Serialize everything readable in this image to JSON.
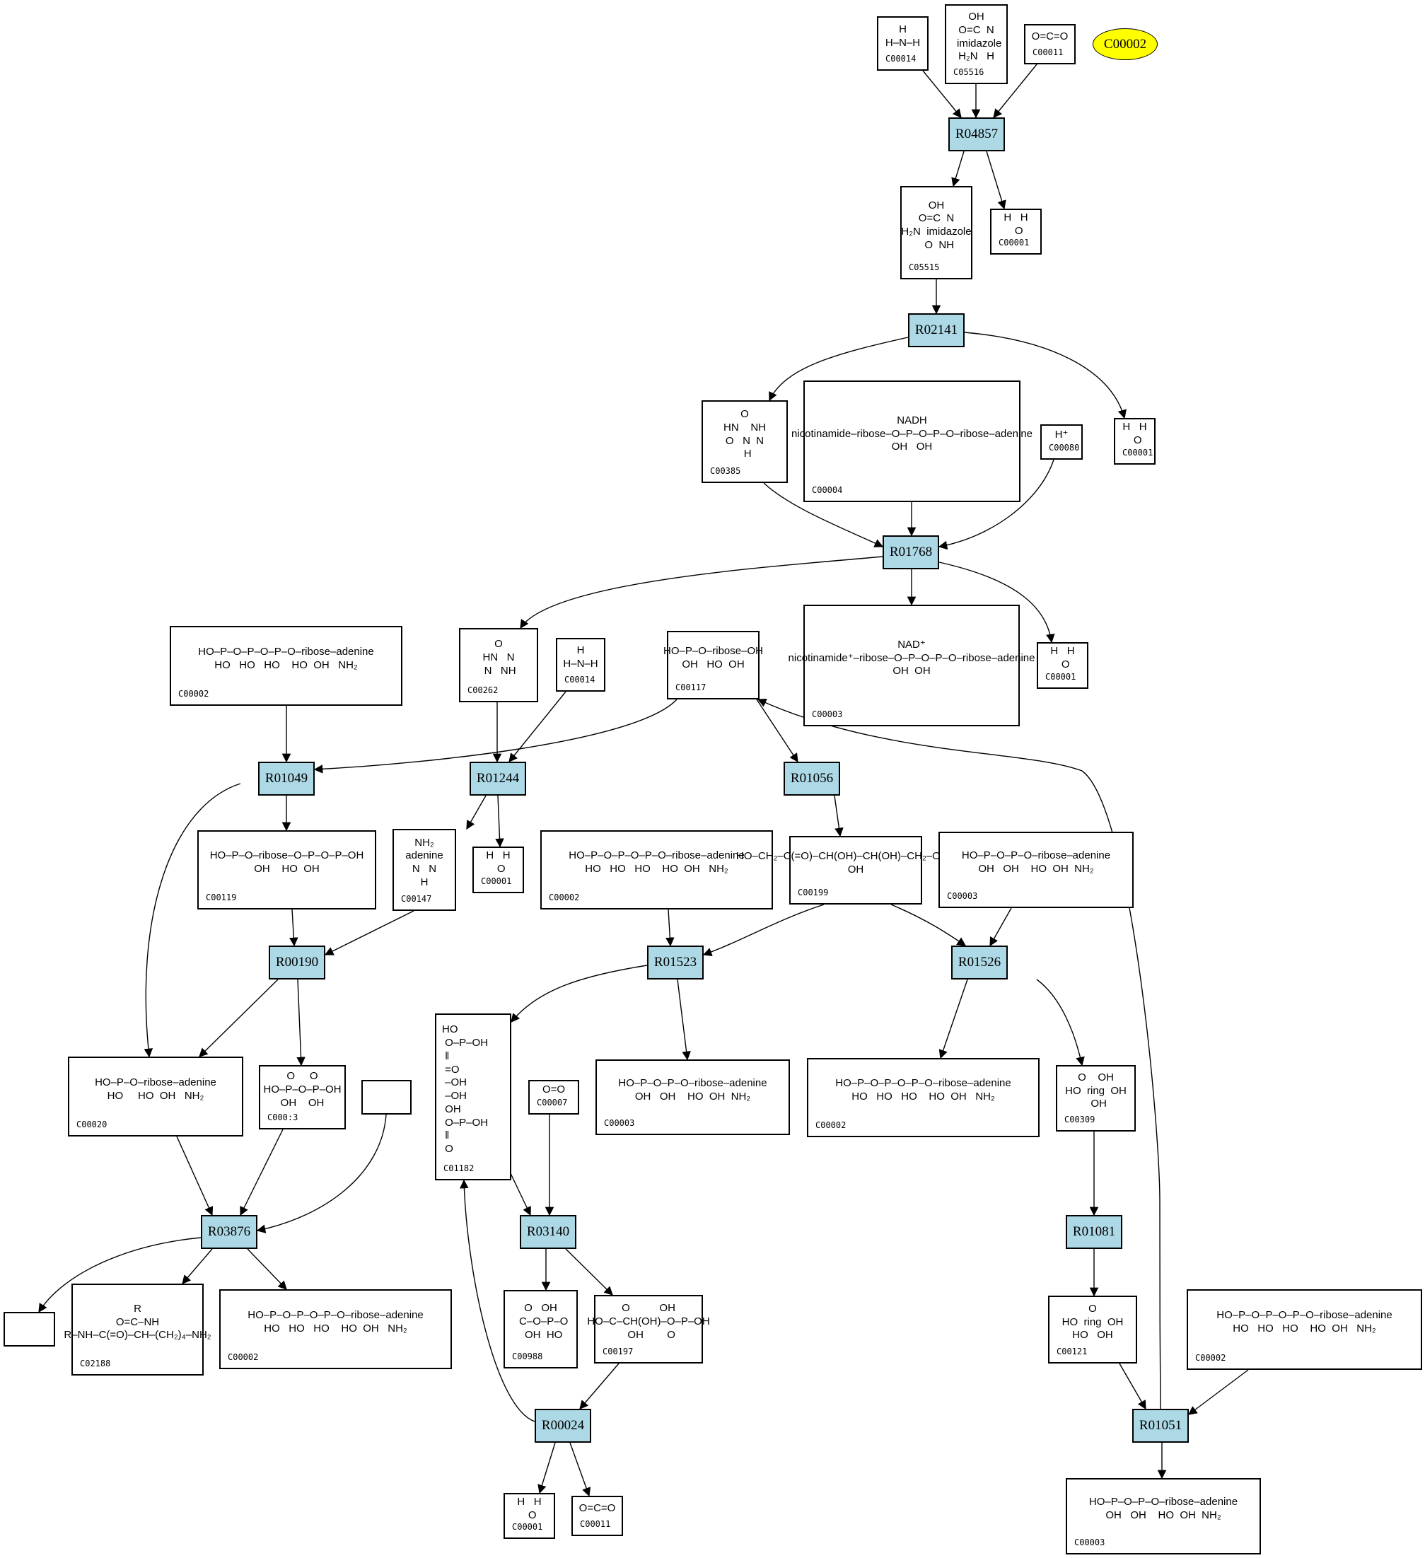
{
  "highlight": {
    "label": "C00002",
    "color": "#ffff00"
  },
  "colors": {
    "reaction_fill": "#add8e6",
    "edge": "#000000",
    "background": "#ffffff"
  },
  "reactions": [
    {
      "id": "R04857",
      "label": "R04857"
    },
    {
      "id": "R02141",
      "label": "R02141"
    },
    {
      "id": "R01768",
      "label": "R01768"
    },
    {
      "id": "R01049",
      "label": "R01049"
    },
    {
      "id": "R01244",
      "label": "R01244"
    },
    {
      "id": "R01056",
      "label": "R01056"
    },
    {
      "id": "R00190",
      "label": "R00190"
    },
    {
      "id": "R01523",
      "label": "R01523"
    },
    {
      "id": "R01526",
      "label": "R01526"
    },
    {
      "id": "R03876",
      "label": "R03876"
    },
    {
      "id": "R03140",
      "label": "R03140"
    },
    {
      "id": "R01081",
      "label": "R01081"
    },
    {
      "id": "R00024",
      "label": "R00024"
    },
    {
      "id": "R01051",
      "label": "R01051"
    }
  ],
  "compounds": [
    {
      "key": "c1",
      "label": "C00014",
      "formula": "H\nH–N–H"
    },
    {
      "key": "c2",
      "label": "C05516",
      "formula": "OH\nO=C  N\n  imidazole\nH₂N   H"
    },
    {
      "key": "c3",
      "label": "C00011",
      "formula": "O=C=O"
    },
    {
      "key": "c4",
      "label": "C05515",
      "formula": "OH\nO=C  N\nH₂N  imidazole\n  O  NH"
    },
    {
      "key": "c5",
      "label": "C00001",
      "formula": "H   H\n  O"
    },
    {
      "key": "c6",
      "label": "C00385",
      "formula": "O\nHN    NH\nO   N  N\n  H"
    },
    {
      "key": "c7",
      "label": "C00004",
      "formula": "NADH\nnicotinamide–ribose–O–P–O–P–O–ribose–adenine\nOH   OH"
    },
    {
      "key": "c8",
      "label": "C00080",
      "formula": "H⁺"
    },
    {
      "key": "c9",
      "label": "C00001",
      "formula": "H   H\n  O"
    },
    {
      "key": "c10",
      "label": "C00002",
      "formula": "HO–P–O–P–O–P–O–ribose–adenine\nHO   HO   HO    HO  OH   NH₂"
    },
    {
      "key": "c11",
      "label": "C00262",
      "formula": "O\nHN   N\n N   NH"
    },
    {
      "key": "c12",
      "label": "C00014",
      "formula": "H\nH–N–H"
    },
    {
      "key": "c13",
      "label": "C00117",
      "formula": "HO–P–O–ribose–OH\nOH   HO  OH"
    },
    {
      "key": "c14",
      "label": "C00003",
      "formula": "NAD⁺\nnicotinamide⁺–ribose–O–P–O–P–O–ribose–adenine\nOH  OH"
    },
    {
      "key": "c15",
      "label": "C00001",
      "formula": "H   H\n  O"
    },
    {
      "key": "c16",
      "label": "C00119",
      "formula": "HO–P–O–ribose–O–P–O–P–OH\nOH    HO  OH"
    },
    {
      "key": "c17",
      "label": "C00147",
      "formula": "NH₂\nadenine\nN   N\nH"
    },
    {
      "key": "c18",
      "label": "C00001",
      "formula": "H   H\n  O"
    },
    {
      "key": "c19",
      "label": "C00002",
      "formula": "HO–P–O–P–O–P–O–ribose–adenine\nHO   HO   HO    HO  OH   NH₂"
    },
    {
      "key": "c20",
      "label": "C00199",
      "formula": "HO–CH₂–C(=O)–CH(OH)–CH(OH)–CH₂–O–P–OH\nOH"
    },
    {
      "key": "c21",
      "label": "C00003",
      "formula": "HO–P–O–P–O–ribose–adenine\nOH   OH    HO  OH  NH₂"
    },
    {
      "key": "c22",
      "label": "C00020",
      "formula": "HO–P–O–ribose–adenine\nHO     HO  OH   NH₂"
    },
    {
      "key": "c23",
      "label": "C000:3",
      "formula": "O     O\nHO–P–O–P–OH\nOH    OH"
    },
    {
      "key": "c24",
      "label": "",
      "formula": ""
    },
    {
      "key": "c25",
      "label": "C01182",
      "formula": "HO\n O–P–OH\n ‖\n =O\n –OH\n –OH\n OH\n O–P–OH\n ‖\n O"
    },
    {
      "key": "c26",
      "label": "C00007",
      "formula": "O=O"
    },
    {
      "key": "c27",
      "label": "C00003",
      "formula": "HO–P–O–P–O–ribose–adenine\nOH   OH    HO  OH  NH₂"
    },
    {
      "key": "c28",
      "label": "C00002",
      "formula": "HO–P–O–P–O–P–O–ribose–adenine\nHO   HO   HO    HO  OH   NH₂"
    },
    {
      "key": "c29",
      "label": "C00309",
      "formula": "O    OH\nHO  ring  OH\n  OH"
    },
    {
      "key": "c30",
      "label": "",
      "formula": ""
    },
    {
      "key": "c31",
      "label": "C02188",
      "formula": "R\nO=C–NH\nR–NH–C(=O)–CH–(CH₂)₄–NH₂"
    },
    {
      "key": "c32",
      "label": "C00002",
      "formula": "HO–P–O–P–O–P–O–ribose–adenine\nHO   HO   HO    HO  OH   NH₂"
    },
    {
      "key": "c33",
      "label": "C00988",
      "formula": "O   OH\n  C–O–P–O\n  OH  HO"
    },
    {
      "key": "c34",
      "label": "C00197",
      "formula": "O          OH\nHO–C–CH(OH)–O–P–OH\n  OH        O"
    },
    {
      "key": "c35",
      "label": "C00121",
      "formula": "O\nHO  ring  OH\nHO   OH"
    },
    {
      "key": "c36",
      "label": "C00002",
      "formula": "HO–P–O–P–O–P–O–ribose–adenine\nHO   HO   HO    HO  OH   NH₂"
    },
    {
      "key": "c37",
      "label": "C00001",
      "formula": "H   H\n  O"
    },
    {
      "key": "c38",
      "label": "C00011",
      "formula": "O=C=O"
    },
    {
      "key": "c39",
      "label": "C00003",
      "formula": "HO–P–O–P–O–ribose–adenine\nOH   OH    HO  OH  NH₂"
    }
  ]
}
